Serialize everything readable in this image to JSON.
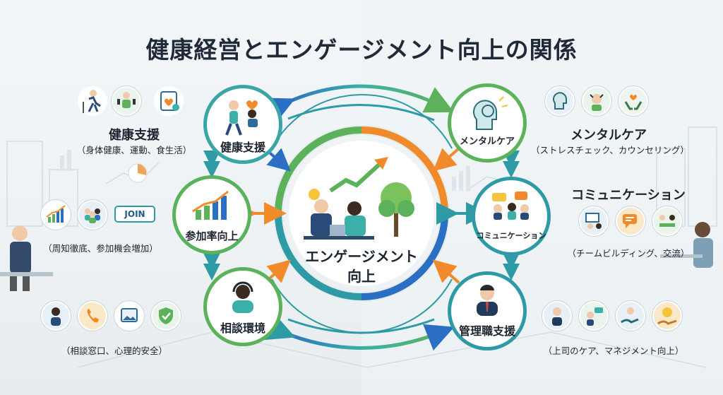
{
  "title": "健康経営とエンゲージメント向上の関係",
  "center": {
    "line1": "エンゲージメント",
    "line2": "向上"
  },
  "nodes": {
    "health": "健康支援",
    "participation": "参加率向上",
    "consultation": "相談環境",
    "mental": "メンタルケア",
    "communication": "コミュニケーション",
    "manager": "管理職支援"
  },
  "groups": {
    "health": {
      "title": "健康支援",
      "sub": "（身体健康、運動、食生活）"
    },
    "participation": {
      "sub": "（周知徹底、参加機会増加）",
      "join": "JOIN"
    },
    "consultation": {
      "sub": "（相談窓口、心理的安全）"
    },
    "mental": {
      "title": "メンタルケア",
      "sub": "（ストレスチェック、カウンセリング）"
    },
    "communication": {
      "title": "コミュニケーション",
      "sub": "（チームビルディング、交流）"
    },
    "manager": {
      "sub": "（上司のケア、マネジメント向上）"
    }
  },
  "colors": {
    "teal": "#2e9aa6",
    "green": "#5bb25a",
    "blue": "#2a6fc4",
    "orange": "#f08a2a",
    "navy": "#1f2a38"
  }
}
